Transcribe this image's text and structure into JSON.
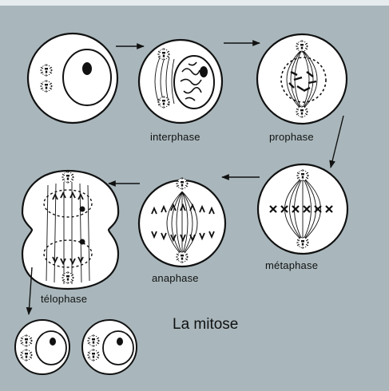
{
  "title": "La mitose",
  "stages": {
    "interphase": "interphase",
    "prophase": "prophase",
    "metaphase": "métaphase",
    "anaphase": "anaphase",
    "telophase": "télophase"
  },
  "colors": {
    "background": "#a9b7bc",
    "cell_fill": "#ffffff",
    "outline": "#111111",
    "top_border": "#e6ebed"
  }
}
